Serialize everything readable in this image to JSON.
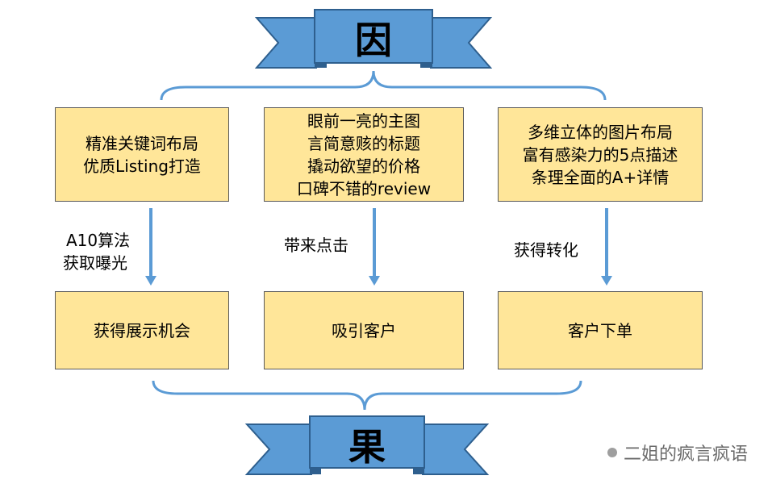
{
  "top_banner": {
    "label": "因"
  },
  "bottom_banner": {
    "label": "果"
  },
  "causes": [
    {
      "lines": [
        "精准关键词布局",
        "优质Listing打造"
      ]
    },
    {
      "lines": [
        "眼前一亮的主图",
        "言简意赅的标题",
        "撬动欲望的价格",
        "口碑不错的review"
      ]
    },
    {
      "lines": [
        "多维立体的图片布局",
        "富有感染力的5点描述",
        "条理全面的A+详情"
      ]
    }
  ],
  "arrow_labels": [
    {
      "lines": [
        "A10算法",
        "获取曝光"
      ]
    },
    {
      "lines": [
        "带来点击"
      ]
    },
    {
      "lines": [
        "获得转化"
      ]
    }
  ],
  "results": [
    {
      "label": "获得展示机会"
    },
    {
      "label": "吸引客户"
    },
    {
      "label": "客户下单"
    }
  ],
  "watermark": {
    "text": "二姐的疯言疯语"
  },
  "colors": {
    "banner": "#5b9bd5",
    "banner_dark": "#2e5f8e",
    "box_fill": "#ffe699",
    "arrow": "#5b9bd5"
  }
}
